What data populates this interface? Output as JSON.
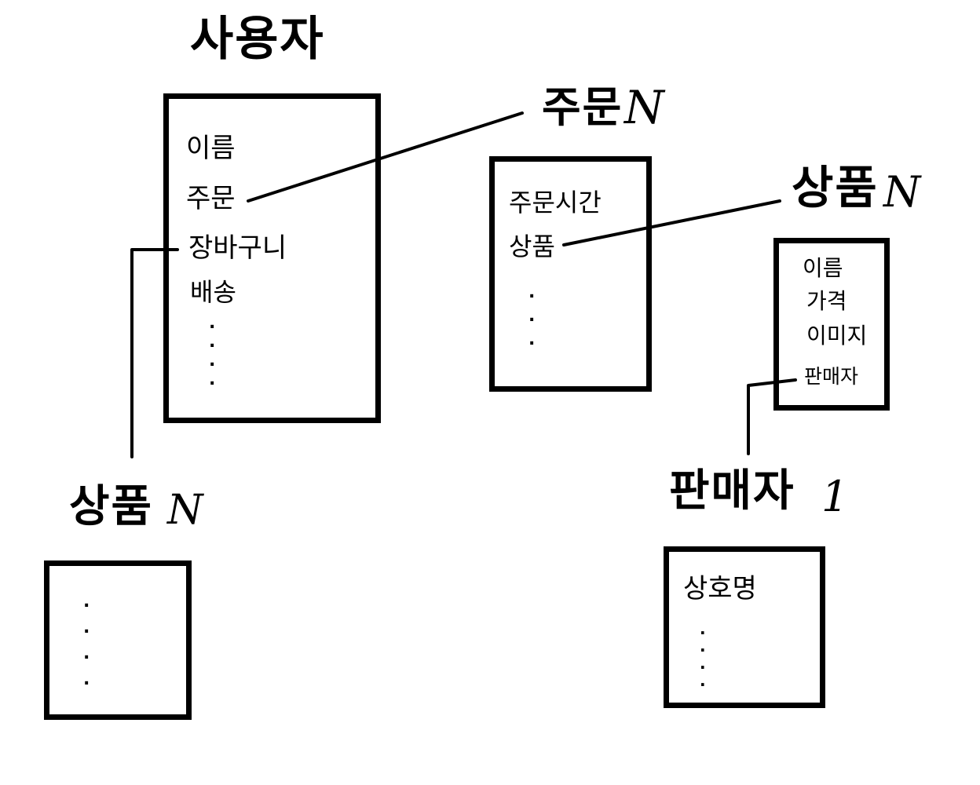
{
  "entities": {
    "user": {
      "title": "사용자",
      "fields": [
        "이름",
        "주문",
        "장바구니",
        "배송"
      ],
      "more": ".\n.\n.\n."
    },
    "order": {
      "title": "주문",
      "cardinality": "N",
      "fields": [
        "주문시간",
        "상품"
      ],
      "more": ".\n.\n."
    },
    "product_top": {
      "title": "상품",
      "cardinality": "N",
      "fields": [
        "이름",
        "가격",
        "이미지",
        "판매자"
      ]
    },
    "product_bottom": {
      "title": "상품",
      "cardinality": "N",
      "more": ".\n.\n.\n."
    },
    "seller": {
      "title": "판매자",
      "cardinality": "1",
      "fields": [
        "상호명"
      ],
      "more": ".\n.\n.\n."
    }
  }
}
